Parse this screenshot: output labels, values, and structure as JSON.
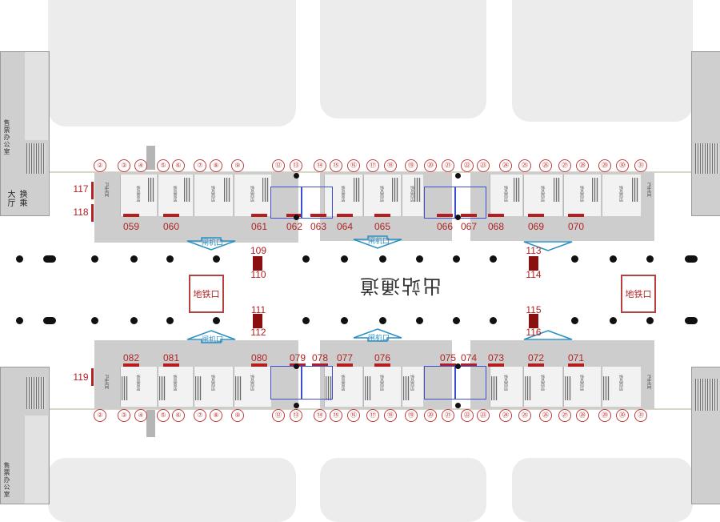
{
  "colors": {
    "shop_label": "#b22222",
    "gate_blue": "#2b8fc4",
    "highlight_box": "#3a4fd0",
    "column_ring": "#c23c3c",
    "plaza_block": "#ececec",
    "wing": "#cfcfcf"
  },
  "labels": {
    "west_hall": "换乘大厅",
    "west_office_top": "售票办公室",
    "west_office_bottom": "售票办公室",
    "corridor": "出站通道",
    "metro_west": "地铁口",
    "metro_east": "地铁口",
    "gate": "闸机口",
    "shop_text": "饰品商店",
    "toilet": "卫生间"
  },
  "column_axes": [
    "②",
    "③",
    "④",
    "⑤",
    "⑥",
    "⑦",
    "⑧",
    "⑨",
    "⑫",
    "⑬",
    "⑭",
    "⑮",
    "⑯",
    "⑰",
    "⑱",
    "⑲",
    "⑳",
    "㉑",
    "㉒",
    "㉓",
    "㉔",
    "㉕",
    "㉖",
    "㉗",
    "㉘",
    "㉙",
    "㉚",
    "㉛"
  ],
  "top_shops": [
    "059",
    "060",
    "061",
    "062",
    "063",
    "064",
    "065",
    "066",
    "067",
    "068",
    "069",
    "070"
  ],
  "bottom_shops": [
    "082",
    "081",
    "080",
    "079",
    "078",
    "077",
    "076",
    "075",
    "074",
    "073",
    "072",
    "071"
  ],
  "side_top": [
    "117",
    "118"
  ],
  "side_bottom": [
    "119"
  ],
  "corridor_signs": [
    "109",
    "110",
    "111",
    "112",
    "113",
    "114",
    "115",
    "116"
  ]
}
